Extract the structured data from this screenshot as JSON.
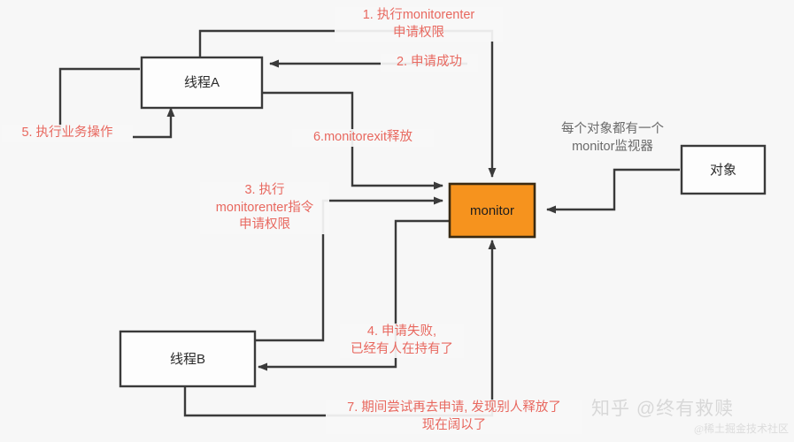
{
  "diagram": {
    "title_absent": true,
    "colors": {
      "background": "#f7f7f7",
      "annotation_red": "#e8685f",
      "note_gray": "#6b6b6b",
      "monitor_fill": "#f6931e",
      "monitor_stroke": "#3a2a12",
      "box_fill": "#fdfdfd",
      "box_stroke": "#3a3a3a",
      "connector": "#3a3a3a",
      "watermark": "#d8d8d8"
    },
    "nodes": [
      {
        "id": "thread-a",
        "label": "线程A"
      },
      {
        "id": "thread-b",
        "label": "线程B"
      },
      {
        "id": "monitor",
        "label": "monitor"
      },
      {
        "id": "object",
        "label": "对象"
      }
    ],
    "notes": [
      {
        "id": "monitor-note",
        "text": "每个对象都有一个\nmonitor监视器"
      }
    ],
    "annotations": [
      {
        "id": "step-1",
        "text": "1. 执行monitorenter\n申请权限"
      },
      {
        "id": "step-2",
        "text": "2. 申请成功"
      },
      {
        "id": "step-5",
        "text": "5. 执行业务操作"
      },
      {
        "id": "step-6",
        "text": "6.monitorexit释放"
      },
      {
        "id": "step-3",
        "text": "3. 执行\nmonitorenter指令\n申请权限"
      },
      {
        "id": "step-4",
        "text": "4. 申请失败,\n已经有人在持有了"
      },
      {
        "id": "step-7",
        "text": "7. 期间尝试再去申请, 发现别人释放了\n现在阔以了"
      }
    ],
    "watermark": {
      "main": "知乎 @终有救赎",
      "sub": "@稀土掘金技术社区"
    }
  }
}
